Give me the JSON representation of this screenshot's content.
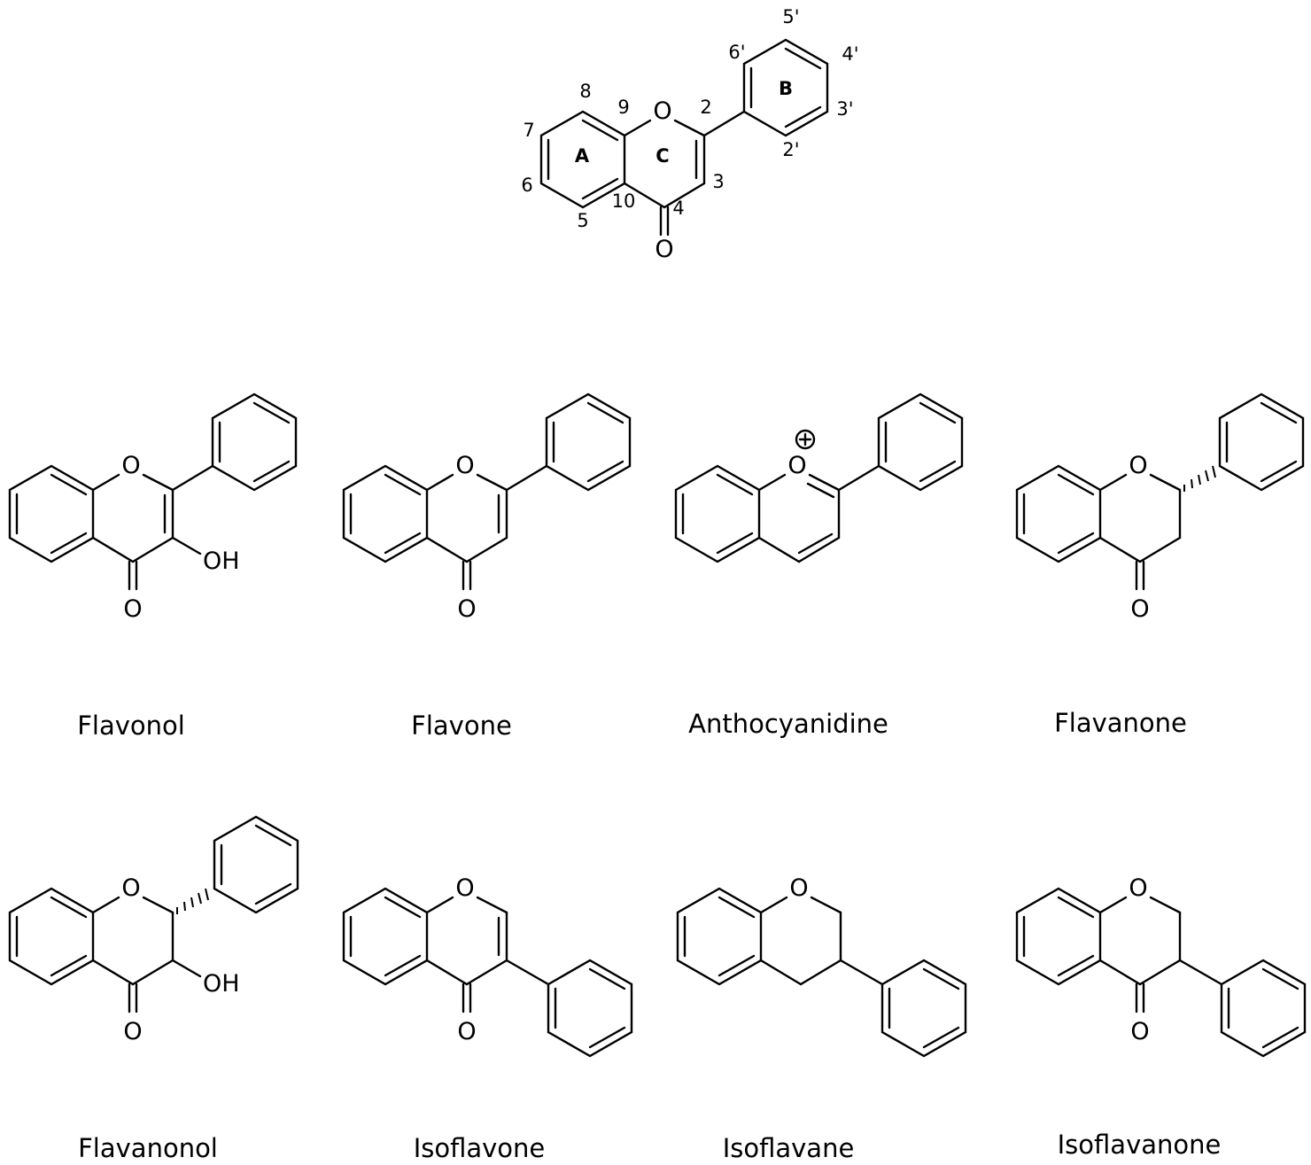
{
  "core": {
    "ring_labels": [
      "A",
      "C",
      "B"
    ],
    "position_labels": [
      "8",
      "9",
      "2",
      "7",
      "6",
      "10",
      "5",
      "4",
      "3",
      "6'",
      "5'",
      "4'",
      "3'",
      "2'"
    ],
    "oxygen_ring": "O",
    "oxygen_carbonyl": "O"
  },
  "compounds": [
    {
      "name": "Flavonol",
      "atoms": [
        "O",
        "OH",
        "O"
      ]
    },
    {
      "name": "Flavone",
      "atoms": [
        "O",
        "O"
      ]
    },
    {
      "name": "Anthocyanidine",
      "atoms": [
        "O",
        "⊕"
      ]
    },
    {
      "name": "Flavanone",
      "atoms": [
        "O",
        "O"
      ]
    },
    {
      "name": "Flavanonol",
      "atoms": [
        "O",
        "OH",
        "O"
      ]
    },
    {
      "name": "Isoflavone",
      "atoms": [
        "O",
        "O"
      ]
    },
    {
      "name": "Isoflavane",
      "atoms": [
        "O"
      ]
    },
    {
      "name": "Isoflavanone",
      "atoms": [
        "O",
        "O"
      ]
    }
  ]
}
